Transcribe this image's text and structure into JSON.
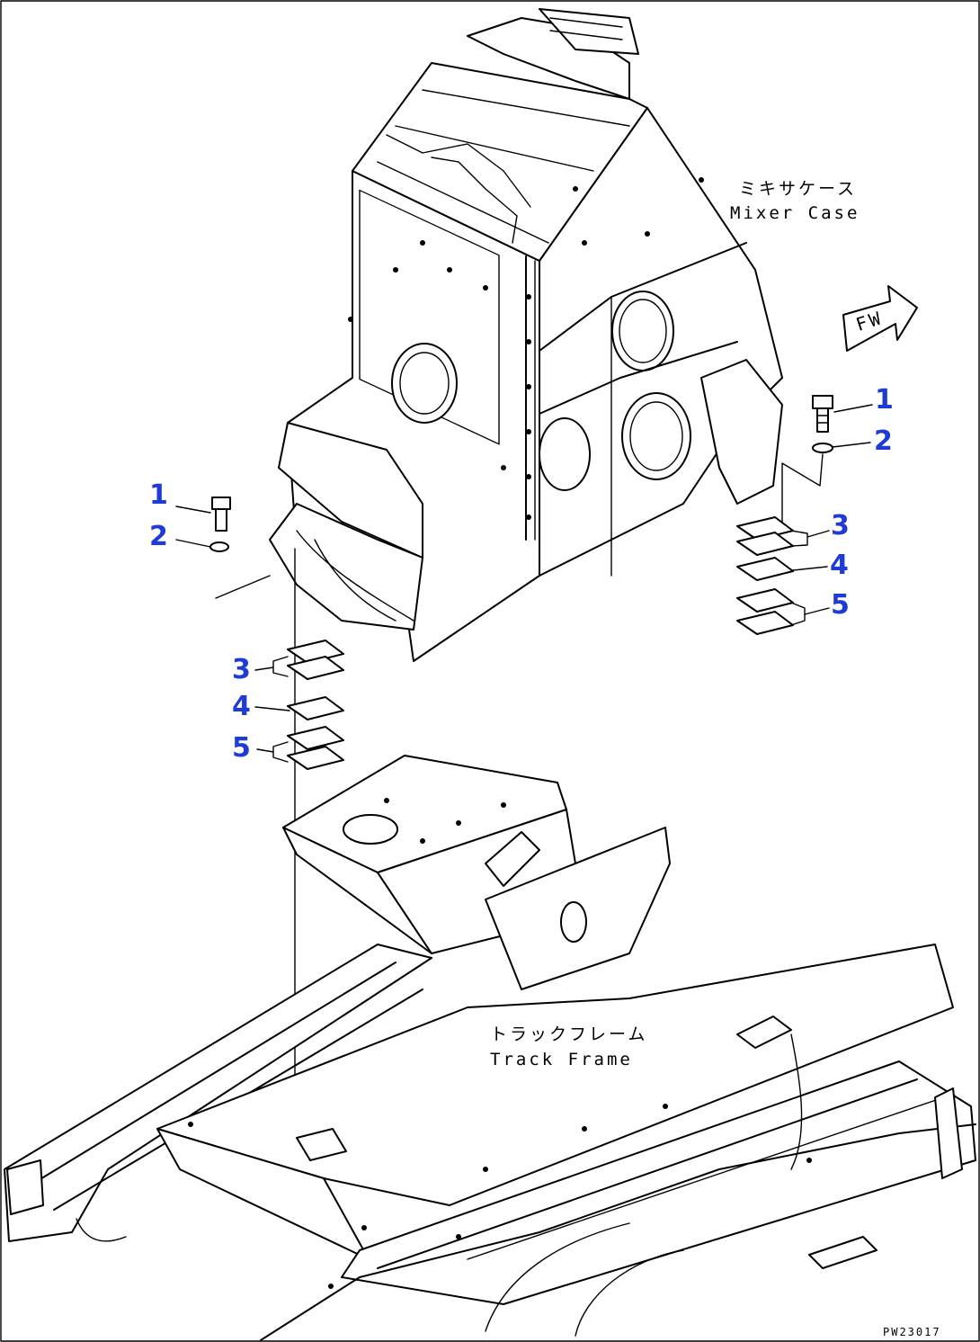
{
  "labels": {
    "mixer_case_jp": "ミキサケース",
    "mixer_case_en": "Mixer Case",
    "track_frame_jp": "トラックフレーム",
    "track_frame_en": "Track Frame",
    "fw": "FW",
    "drawing_code": "PW23017"
  },
  "callouts": {
    "right": [
      "1",
      "2",
      "3",
      "4",
      "5"
    ],
    "left": [
      "1",
      "2",
      "3",
      "4",
      "5"
    ]
  }
}
